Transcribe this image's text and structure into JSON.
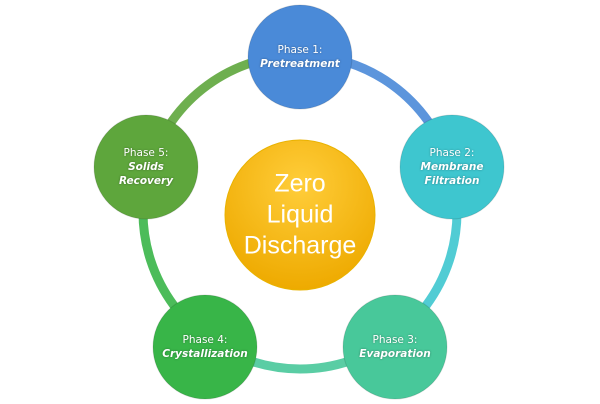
{
  "center": {
    "lines": [
      "Zero",
      "Liquid",
      "Discharge"
    ],
    "color": "#f6b800"
  },
  "phases": [
    {
      "number": "Phase 1:",
      "title_lines": [
        "Pretreatment"
      ],
      "color": "#4a8ad8"
    },
    {
      "number": "Phase 2:",
      "title_lines": [
        "Membrane",
        "Filtration"
      ],
      "color": "#3ec6cf"
    },
    {
      "number": "Phase 3:",
      "title_lines": [
        "Evaporation"
      ],
      "color": "#48c89a"
    },
    {
      "number": "Phase 4:",
      "title_lines": [
        "Crystallization"
      ],
      "color": "#38b548"
    },
    {
      "number": "Phase 5:",
      "title_lines": [
        "Solids",
        "Recovery"
      ],
      "color": "#5ea63c"
    }
  ]
}
